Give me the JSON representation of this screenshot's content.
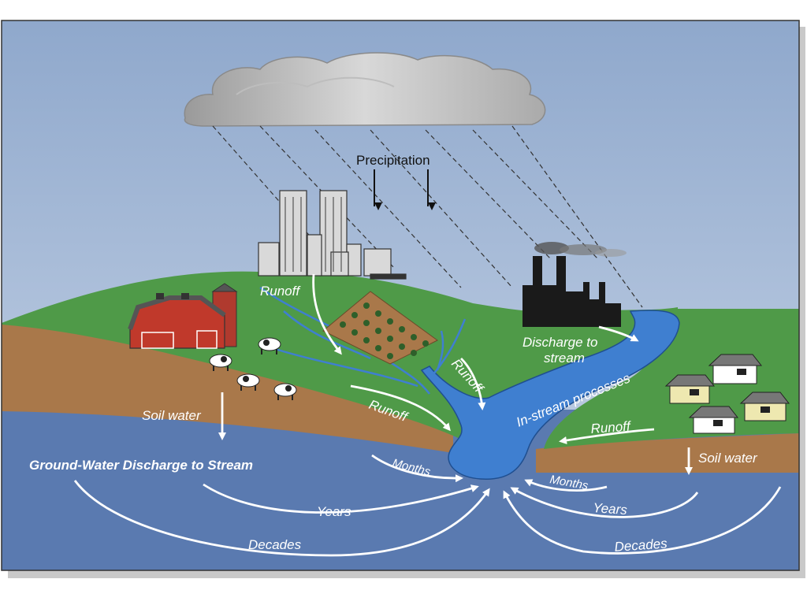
{
  "labels": {
    "precipitation": "Precipitation",
    "runoff_upper": "Runoff",
    "runoff_middle": "Runoff",
    "runoff_lower": "Runoff",
    "runoff_right": "Runoff",
    "discharge_to_stream_line1": "Discharge to",
    "discharge_to_stream_line2": "stream",
    "in_stream_processes": "In-stream processes",
    "soil_water_left": "Soil water",
    "soil_water_right": "Soil water",
    "ground_water_discharge": "Ground-Water Discharge to Stream",
    "months_left": "Months",
    "months_right": "Months",
    "years_left": "Years",
    "years_right": "Years",
    "decades_left": "Decades",
    "decades_right": "Decades"
  },
  "colors": {
    "sky": "#a9bed9",
    "grass": "#4f9a48",
    "soil": "#a9784a",
    "groundwater": "#5a7ab0",
    "stream": "#3f7fd0",
    "barn": "#c0392b",
    "factory": "#1a1a1a"
  }
}
